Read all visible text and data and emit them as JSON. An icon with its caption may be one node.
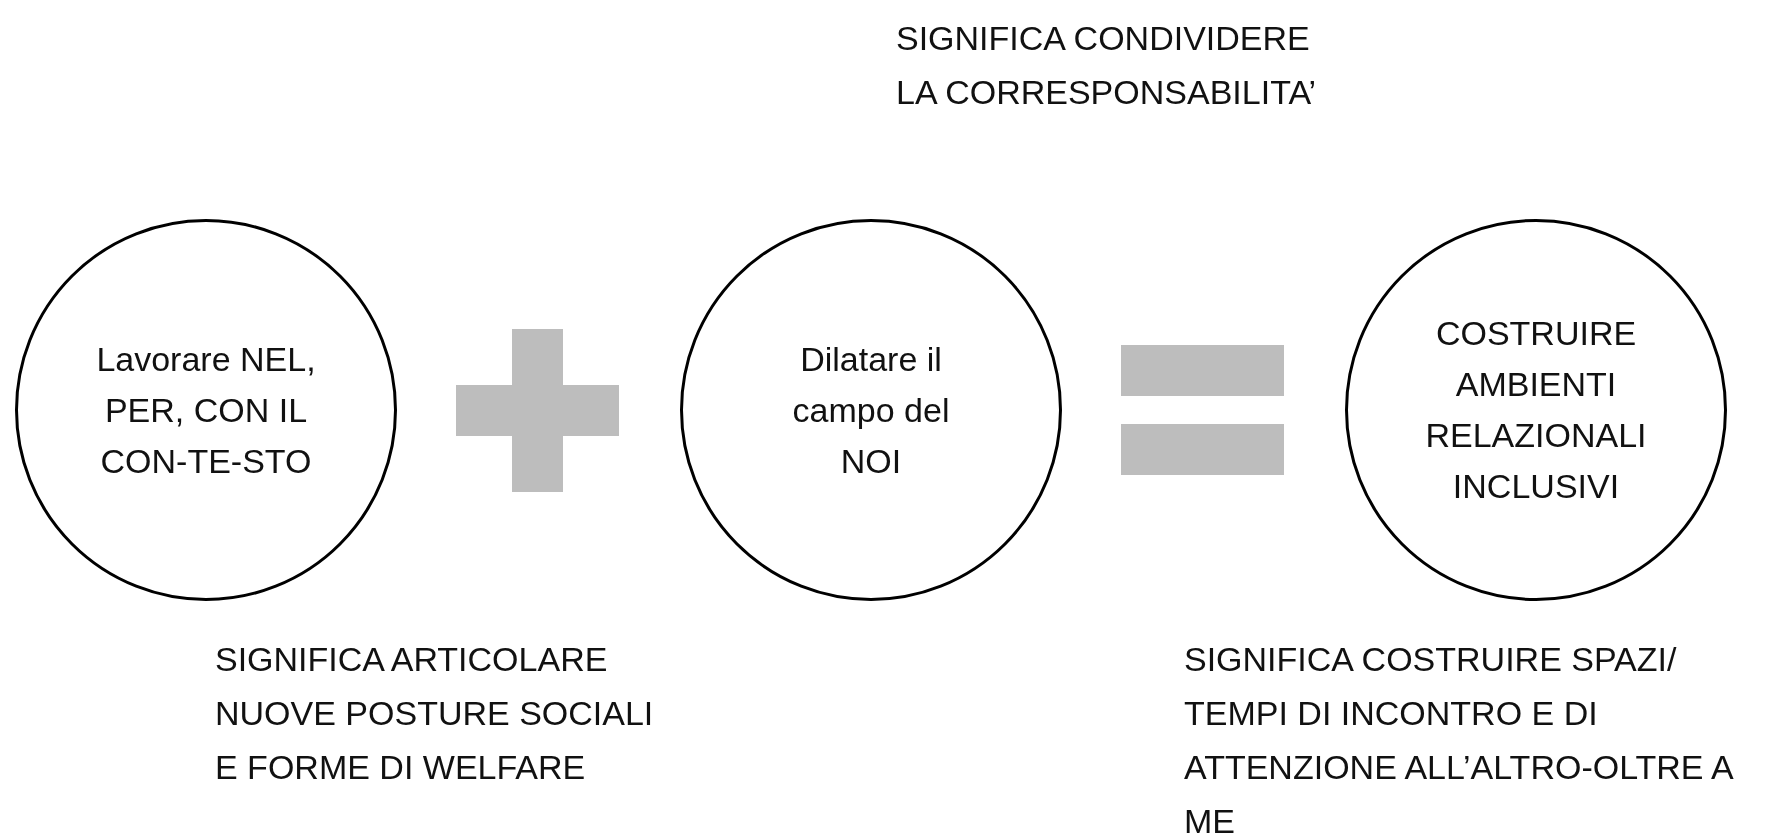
{
  "diagram": {
    "nodes": [
      {
        "text": [
          "Lavorare NEL, PER, CON IL CON-TE-STO"
        ],
        "beside": [
          "SIGNIFICA ARTICOLARE NUOVE POSTURE SOCIALI E FORME DI WELFARE"
        ]
      },
      {
        "text": [
          "Dilatare il campo del NOI"
        ],
        "beside": [
          "SIGNIFICA CONDIVIDERE LA CORRESPONSABILITA’"
        ]
      },
      {
        "text": [
          "COSTRUIRE AMBIENTI RELAZIONALI INCLUSIVI"
        ],
        "beside": [
          "SIGNIFICA COSTRUIRE SPAZI/ TEMPI DI INCONTRO E DI ATTENZIONE ALL’ALTRO-OLTRE A ME"
        ]
      }
    ]
  }
}
